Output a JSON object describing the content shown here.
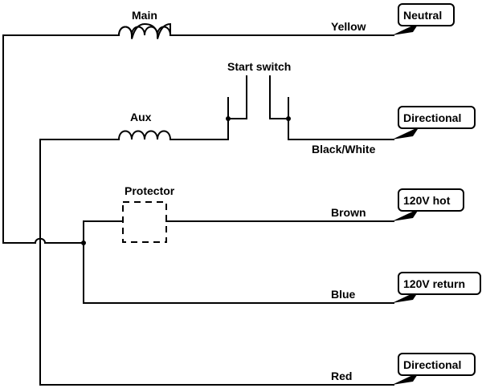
{
  "components": {
    "main_winding": "Main",
    "aux_winding": "Aux",
    "start_switch": "Start switch",
    "protector": "Protector"
  },
  "wires": {
    "yellow": "Yellow",
    "black_white": "Black/White",
    "brown": "Brown",
    "blue": "Blue",
    "red": "Red"
  },
  "terminals": {
    "neutral": "Neutral",
    "directional_1": "Directional",
    "hot": "120V hot",
    "return": "120V return",
    "directional_2": "Directional"
  }
}
